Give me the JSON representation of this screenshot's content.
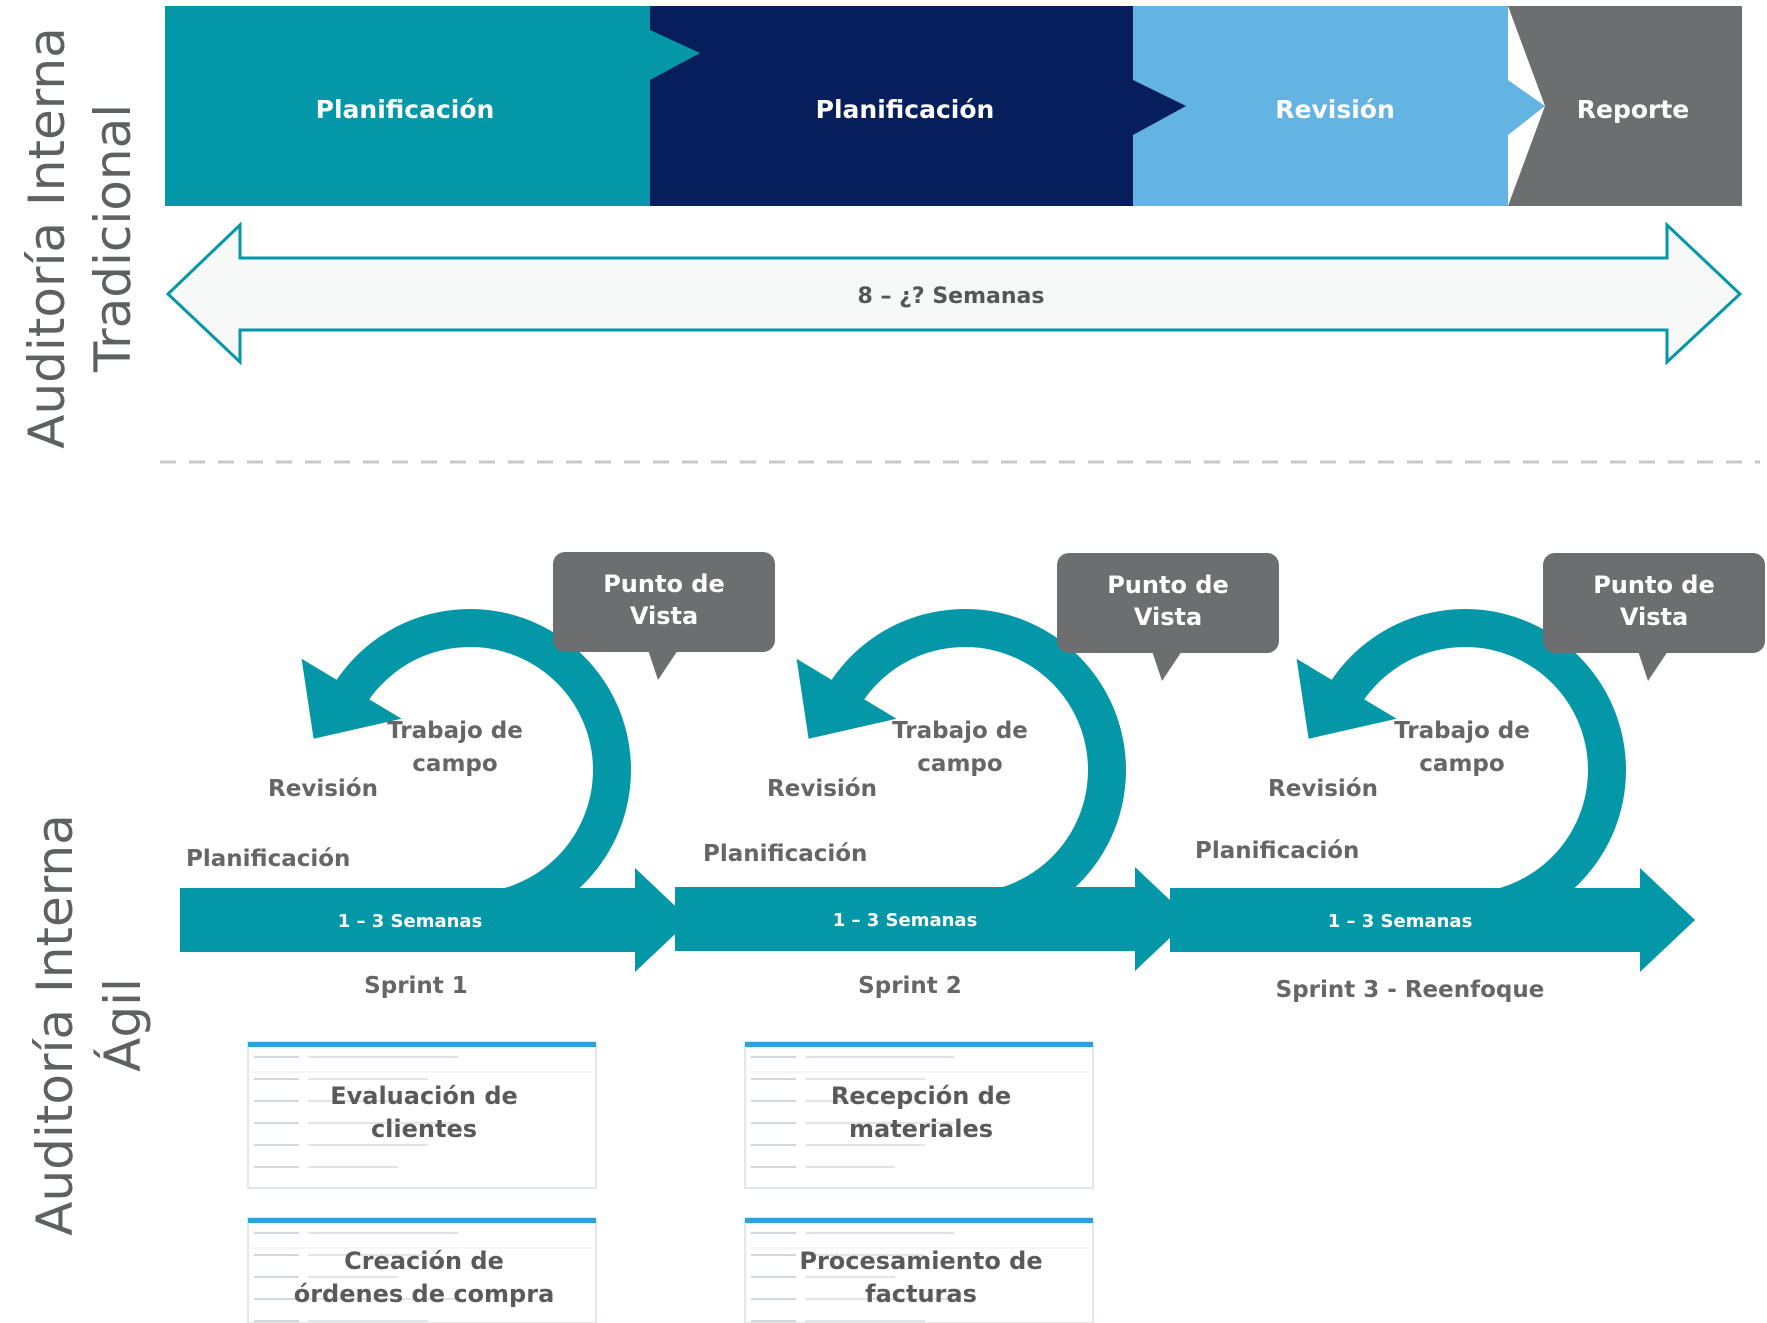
{
  "traditional": {
    "title_line1": "Auditoría Interna",
    "title_line2": "Tradicional",
    "phases": [
      {
        "label": "Planificación",
        "color": "#0397a8"
      },
      {
        "label": "Planificación",
        "color": "#061e5c"
      },
      {
        "label": "Revisión",
        "color": "#63b3e3"
      },
      {
        "label": "Reporte",
        "color": "#6d6e70"
      }
    ],
    "duration": "8 – ¿? Semanas"
  },
  "agile": {
    "title_line1": "Auditoría Interna",
    "title_line2": "Ágil",
    "accent_color": "#0397a8",
    "bubble_color": "#6d6e70",
    "sprints": [
      {
        "bubble_line1": "Punto de",
        "bubble_line2": "Vista",
        "fieldwork_line1": "Trabajo de",
        "fieldwork_line2": "campo",
        "review": "Revisión",
        "planning": "Planificación",
        "weeks": "1 – 3 Semanas",
        "name": "Sprint 1",
        "cards": [
          {
            "line1": "Evaluación de",
            "line2": "clientes"
          },
          {
            "line1": "Creación de",
            "line2": "órdenes de compra"
          }
        ]
      },
      {
        "bubble_line1": "Punto de",
        "bubble_line2": "Vista",
        "fieldwork_line1": "Trabajo de",
        "fieldwork_line2": "campo",
        "review": "Revisión",
        "planning": "Planificación",
        "weeks": "1 – 3 Semanas",
        "name": "Sprint 2",
        "cards": [
          {
            "line1": "Recepción de",
            "line2": "materiales"
          },
          {
            "line1": "Procesamiento de",
            "line2": "facturas"
          }
        ]
      },
      {
        "bubble_line1": "Punto de",
        "bubble_line2": "Vista",
        "fieldwork_line1": "Trabajo de",
        "fieldwork_line2": "campo",
        "review": "Revisión",
        "planning": "Planificación",
        "weeks": "1 – 3 Semanas",
        "name": "Sprint 3 - Reenfoque",
        "cards": []
      }
    ]
  }
}
